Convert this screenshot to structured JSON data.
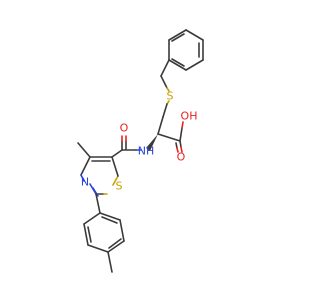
{
  "colors": {
    "carbon_bond": "#3a3a3a",
    "oxygen": "#e8231f",
    "nitrogen": "#2a44d8",
    "sulfur": "#c8a100",
    "background": "#ffffff"
  },
  "atoms": {
    "sulfur_thioether": "S",
    "carboxyl_oh": "OH",
    "carboxyl_o": "O",
    "amide_o": "O",
    "amide_nh": "NH",
    "thiazole_n": "N",
    "thiazole_s": "S"
  }
}
